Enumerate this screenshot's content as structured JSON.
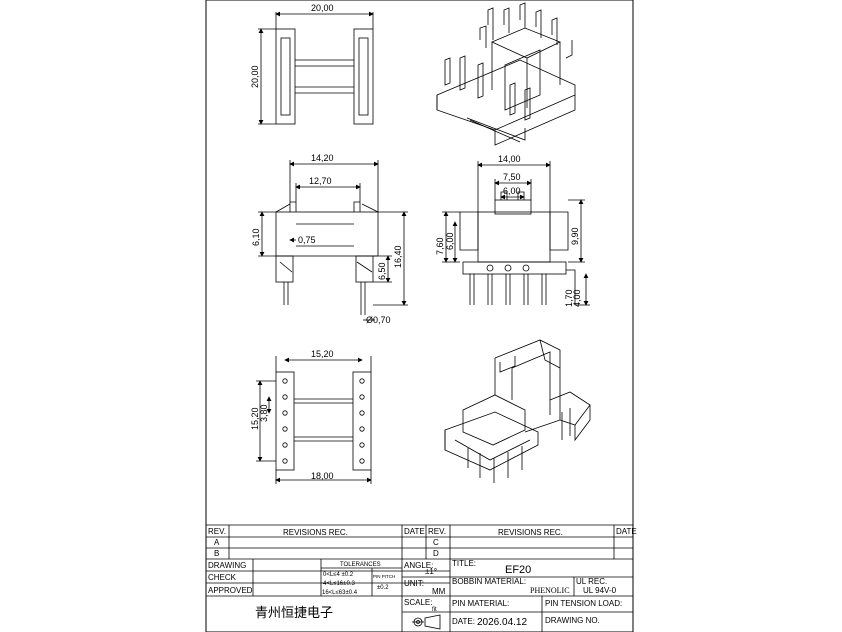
{
  "dims": {
    "top_width": "20,00",
    "top_height": "20,00",
    "front_width_outer": "14,20",
    "front_width_inner": "12,70",
    "front_left_height": "6,10",
    "front_wall": "0,75",
    "front_total_height": "16,40",
    "front_pin_height": "6,50",
    "pin_diameter": "Ø0,70",
    "side_width": "14,00",
    "side_top_outer": "7,50",
    "side_top_inner": "6,00",
    "side_left_outer": "7,60",
    "side_left_inner": "6,00",
    "side_right": "9,90",
    "side_pin_a": "1,70",
    "side_pin_b": "4,00",
    "bottom_width_top": "15,20",
    "bottom_height": "15,20",
    "bottom_pitch": "3,80",
    "bottom_width_bottom": "18,00"
  },
  "title_block": {
    "rev": "REV.",
    "revisions_rec": "REVISIONS REC.",
    "date": "DATE",
    "row_a": "A",
    "row_b": "B",
    "row_c": "C",
    "row_d": "D",
    "drawing": "DRAWING",
    "check": "CHECK",
    "approved": "APPROVED",
    "tolerances": "TOLERANCES",
    "tol_1": "0<L≤4 ±0.2",
    "tol_2": "4<L≤16±0.3",
    "tol_3": "16<L≤63±0.4",
    "pin_pitch": "PIN PITCH",
    "pin_pitch_tol": "±0.2",
    "angle": "ANGLE:",
    "angle_val": "±1°",
    "unit": "UNIT:",
    "unit_val": "MM",
    "scale": "SCALE:",
    "scale_val": "fit",
    "title_label": "TITLE:",
    "title_val": "EF20",
    "bobbin_material": "BOBBIN MATERIAL:",
    "bobbin_material_val": "PHENOLIC",
    "ul_rec": "UL REC.",
    "ul_rec_val": "UL 94V-0",
    "pin_material": "PIN MATERIAL:",
    "pin_tension_load": "PIN TENSION LOAD:",
    "date_label": "DATE:",
    "date_val": "2026.04.12",
    "drawing_no": "DRAWING NO.",
    "company": "青州恒捷电子"
  }
}
